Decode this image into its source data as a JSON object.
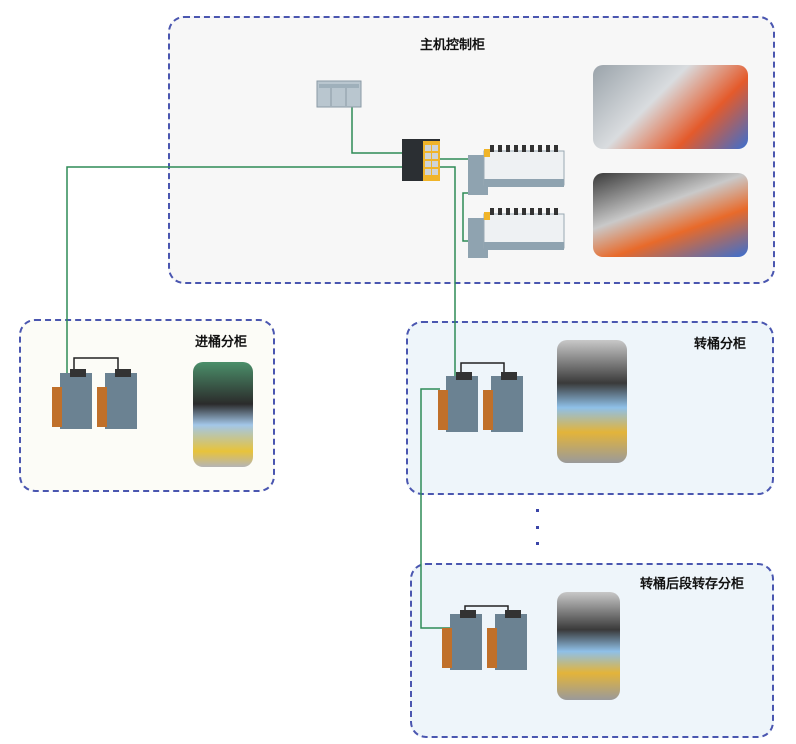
{
  "diagram": {
    "type": "network-topology",
    "cabinets": [
      {
        "id": "main",
        "title": "主机控制柜",
        "devices": [
          "plc-controller",
          "industrial-ethernet-switch",
          "valve-island-io-module-1",
          "valve-island-io-module-2"
        ],
        "photos": [
          "valve-manifold-photo-1",
          "valve-manifold-photo-2"
        ]
      },
      {
        "id": "inlet",
        "title": "进桶分柜",
        "devices": [
          "remote-io-module-1",
          "remote-io-module-2"
        ],
        "photos": [
          "cabinet-wiring-photo"
        ]
      },
      {
        "id": "transfer",
        "title": "转桶分柜",
        "devices": [
          "remote-io-module-1",
          "remote-io-module-2"
        ],
        "photos": [
          "cabinet-wiring-photo"
        ]
      },
      {
        "id": "rear",
        "title": "转桶后段转存分柜",
        "devices": [
          "remote-io-module-1",
          "remote-io-module-2"
        ],
        "photos": [
          "cabinet-wiring-photo"
        ]
      }
    ],
    "ellipsis": "⋮",
    "connections": [
      {
        "from": "plc-controller",
        "to": "industrial-ethernet-switch",
        "color": "#2e8b57"
      },
      {
        "from": "industrial-ethernet-switch",
        "to": "valve-island-io-module-1",
        "color": "#2e8b57"
      },
      {
        "from": "valve-island-io-module-1",
        "to": "valve-island-io-module-2",
        "color": "#2e8b57"
      },
      {
        "from": "industrial-ethernet-switch",
        "to": "inlet.remote-io-module-1",
        "color": "#2e8b57"
      },
      {
        "from": "industrial-ethernet-switch",
        "to": "transfer.remote-io-module-1",
        "color": "#2e8b57"
      },
      {
        "from": "transfer.remote-io-module-1",
        "to": "rear.remote-io-module-1",
        "color": "#2e8b57"
      },
      {
        "from": "inlet.remote-io-module-1",
        "to": "inlet.remote-io-module-2",
        "color": "#222222"
      },
      {
        "from": "transfer.remote-io-module-1",
        "to": "transfer.remote-io-module-2",
        "color": "#222222"
      },
      {
        "from": "rear.remote-io-module-1",
        "to": "rear.remote-io-module-2",
        "color": "#222222"
      }
    ]
  },
  "colors": {
    "border": "#4a56b0",
    "ethernet": "#2e8b57",
    "link": "#222222"
  }
}
